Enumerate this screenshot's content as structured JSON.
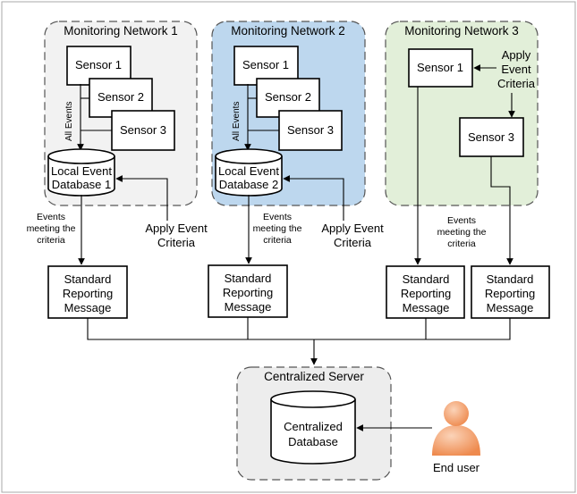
{
  "colors": {
    "network1_fill": "#f2f2f2",
    "network2_fill": "#bdd7ee",
    "network3_fill": "#e2efd9",
    "server_fill": "#ededed",
    "user_icon": "#f4b183"
  },
  "network1": {
    "title": "Monitoring Network 1",
    "sensors": [
      "Sensor 1",
      "Sensor 2",
      "Sensor 3"
    ],
    "all_events": "All Events",
    "db_line1": "Local Event",
    "db_line2": "Database 1"
  },
  "network2": {
    "title": "Monitoring Network 2",
    "sensors": [
      "Sensor 1",
      "Sensor 2",
      "Sensor 3"
    ],
    "all_events": "All Events",
    "db_line1": "Local Event",
    "db_line2": "Database 2"
  },
  "network3": {
    "title": "Monitoring Network 3",
    "sensors": [
      "Sensor 1",
      "Sensor 3"
    ],
    "apply_lines": [
      "Apply",
      "Event",
      "Criteria"
    ]
  },
  "events_meeting": [
    "Events",
    "meeting the",
    "criteria"
  ],
  "apply_event": [
    "Apply Event",
    "Criteria"
  ],
  "standard_message": [
    "Standard",
    "Reporting",
    "Message"
  ],
  "server": {
    "title": "Centralized Server",
    "db_line1": "Centralized",
    "db_line2": "Database"
  },
  "end_user": "End user",
  "icons": [
    "user-icon"
  ]
}
